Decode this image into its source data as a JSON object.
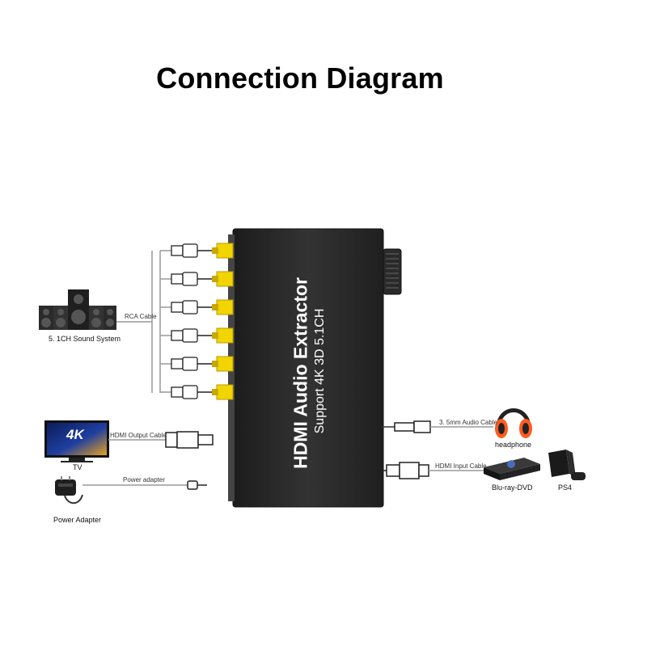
{
  "title": "Connection Diagram",
  "device": {
    "name": "HDMI Audio Extractor",
    "spec": "Support 4K 3D 5.1CH"
  },
  "left": {
    "sound_system": "5. 1CH  Sound System",
    "rca_cable": "RCA Cable",
    "tv": "TV",
    "tv_badge": "4K",
    "hdmi_output_cable": "HDMI Output  Cable",
    "power_adapter_cable": "Power adapter",
    "power_adapter": "Power Adapter"
  },
  "right": {
    "audio_cable": "3. 5mm Audio Cable",
    "headphone": "headphone",
    "hdmi_input_cable": "HDMI Input  Cable",
    "bluray": "Blu-ray-DVD",
    "ps4": "PS4"
  },
  "colors": {
    "device_body": "#2b2b2b",
    "rca_jack": "#f2d400",
    "headphone_accent": "#ff5a1f"
  },
  "rca_jack_count": 6
}
